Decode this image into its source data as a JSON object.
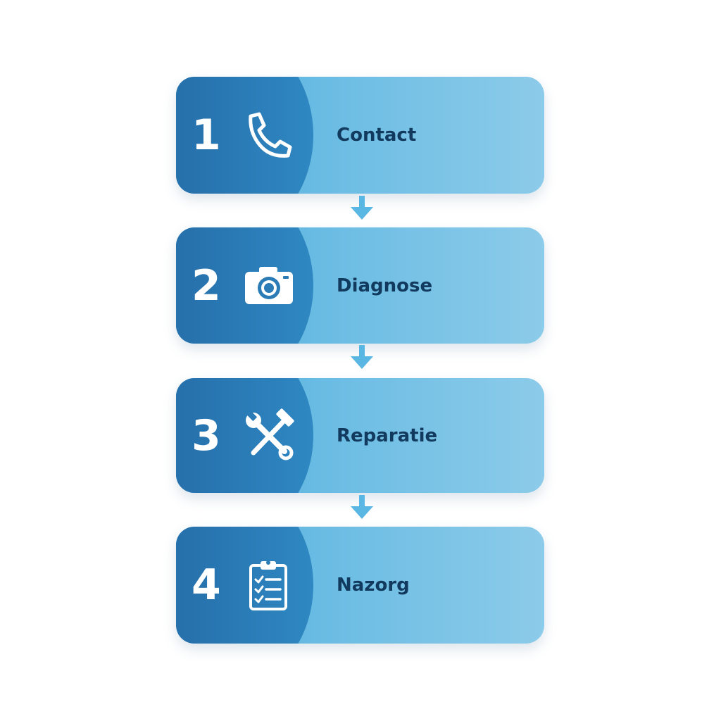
{
  "steps": [
    {
      "number": "1",
      "label": "Contact",
      "icon": "phone-icon"
    },
    {
      "number": "2",
      "label": "Diagnose",
      "icon": "camera-icon"
    },
    {
      "number": "3",
      "label": "Reparatie",
      "icon": "tools-icon"
    },
    {
      "number": "4",
      "label": "Nazorg",
      "icon": "clipboard-checklist-icon"
    }
  ],
  "colors": {
    "badge_dark": "#2468a3",
    "card_light": "#8ccbe9",
    "label_text": "#123a5e",
    "arrow": "#5ab6e2"
  }
}
